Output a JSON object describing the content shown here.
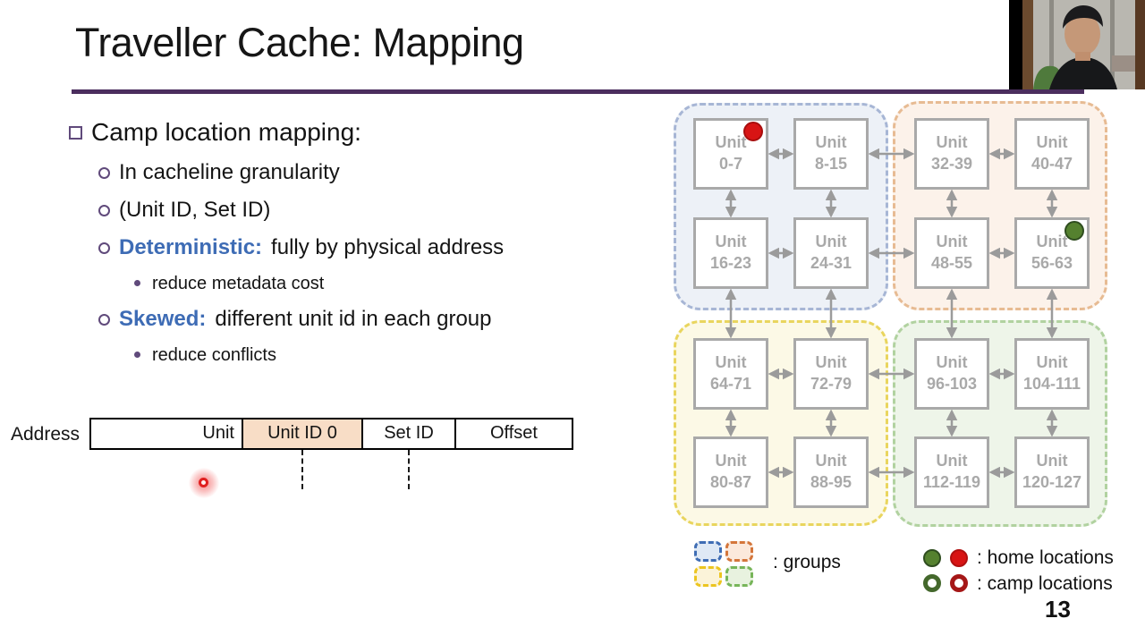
{
  "title": "Traveller Cache: Mapping",
  "page_number": "13",
  "bullets": {
    "heading": "Camp location mapping:",
    "item1": "In cacheline granularity",
    "item2": "(Unit ID, Set ID)",
    "item3_lead": "Deterministic:",
    "item3_rest": "fully by physical address",
    "item3_sub": "reduce metadata cost",
    "item4_lead": "Skewed:",
    "item4_rest": "different unit id in each group",
    "item4_sub": "reduce conflicts"
  },
  "address_bar": {
    "label": "Address",
    "highlight_color": "#f8ddc6",
    "cells": [
      {
        "text": "Unit",
        "highlight": false,
        "align": "right"
      },
      {
        "text": "Unit ID 0",
        "highlight": true,
        "align": "center"
      },
      {
        "text": "Set ID",
        "highlight": false,
        "align": "center"
      },
      {
        "text": "Offset",
        "highlight": false,
        "align": "center"
      }
    ]
  },
  "diagram": {
    "unit_word": "Unit",
    "units": [
      {
        "range": "0-7",
        "marker": "home-red"
      },
      {
        "range": "8-15"
      },
      {
        "range": "32-39"
      },
      {
        "range": "40-47"
      },
      {
        "range": "16-23"
      },
      {
        "range": "24-31"
      },
      {
        "range": "48-55"
      },
      {
        "range": "56-63",
        "marker": "home-green"
      },
      {
        "range": "64-71"
      },
      {
        "range": "72-79"
      },
      {
        "range": "96-103"
      },
      {
        "range": "104-111"
      },
      {
        "range": "80-87"
      },
      {
        "range": "88-95"
      },
      {
        "range": "112-119"
      },
      {
        "range": "120-127"
      }
    ],
    "groups": [
      {
        "fill": "#edf1f7",
        "border": "#a7b6d5"
      },
      {
        "fill": "#fcf2ea",
        "border": "#e7bb93"
      },
      {
        "fill": "#fcf9e6",
        "border": "#e9d55e"
      },
      {
        "fill": "#eef5e9",
        "border": "#b1d2a0"
      }
    ],
    "marker_colors": {
      "home-red": "#d81414",
      "home-green": "#55812f"
    },
    "marker_border_colors": {
      "home-red": "#a80d0d",
      "home-green": "#2f4d1f"
    },
    "arrow_color": "#9b9b9b"
  },
  "legend": {
    "swatches": [
      {
        "fill": "#dfe9f5",
        "border": "#3f6db4"
      },
      {
        "fill": "#fbe9dc",
        "border": "#d4763b"
      },
      {
        "fill": "#fbf3d9",
        "border": "#ecc520"
      },
      {
        "fill": "#e8f2df",
        "border": "#77b55a"
      }
    ],
    "groups_label": ": groups",
    "home_label": ": home locations",
    "camp_label": ": camp locations",
    "home_green": "#55812f",
    "home_green_border": "#2f4d1f",
    "home_red": "#d81414",
    "home_red_border": "#b01010",
    "camp_green_border": "#44682c",
    "camp_red_border": "#a51717"
  },
  "accent": {
    "rule_color": "#4b2e5e",
    "lead_color": "#3e6cb5",
    "bullet_color": "#604a7b",
    "laser_color": "#e02020"
  }
}
